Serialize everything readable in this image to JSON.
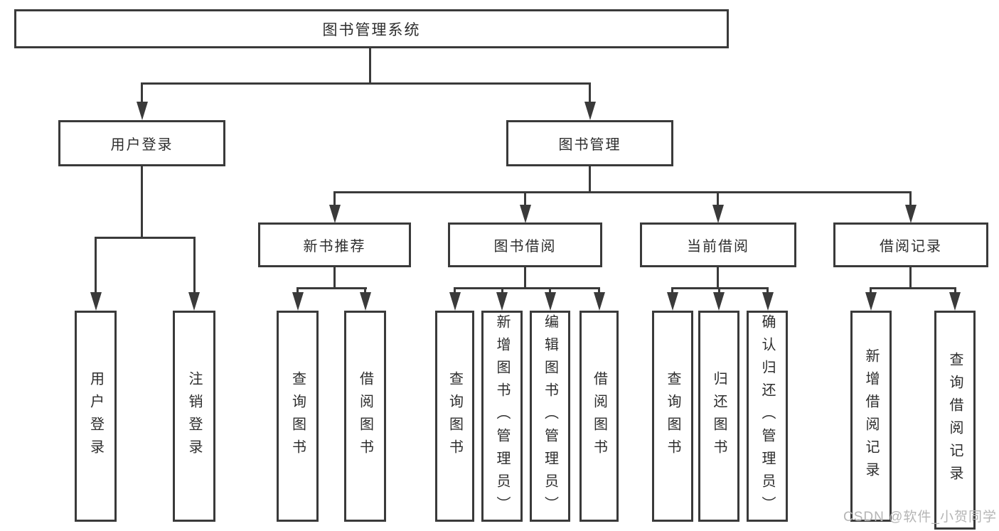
{
  "tree": {
    "root": "图书管理系统",
    "branches": [
      {
        "label": "用户登录",
        "children": [
          {
            "label": "用户登录"
          },
          {
            "label": "注销登录"
          }
        ]
      },
      {
        "label": "图书管理",
        "children": [
          {
            "label": "新书推荐",
            "children": [
              {
                "label": "查询图书"
              },
              {
                "label": "借阅图书"
              }
            ]
          },
          {
            "label": "图书借阅",
            "children": [
              {
                "label": "查询图书"
              },
              {
                "label": "新增图书（管理员）"
              },
              {
                "label": "编辑图书（管理员）"
              },
              {
                "label": "借阅图书"
              }
            ]
          },
          {
            "label": "当前借阅",
            "children": [
              {
                "label": "查询图书"
              },
              {
                "label": "归还图书"
              },
              {
                "label": "确认归还（管理员）"
              }
            ]
          },
          {
            "label": "借阅记录",
            "children": [
              {
                "label": "新增借阅记录"
              },
              {
                "label": "查询借阅记录"
              }
            ]
          }
        ]
      }
    ]
  },
  "watermark": {
    "text": "CSDN @软件_小贺同学"
  },
  "colors": {
    "line": "#3a3a3a",
    "text": "#2d2d2d",
    "watermark": "#b5b5b5",
    "background": "#ffffff"
  }
}
